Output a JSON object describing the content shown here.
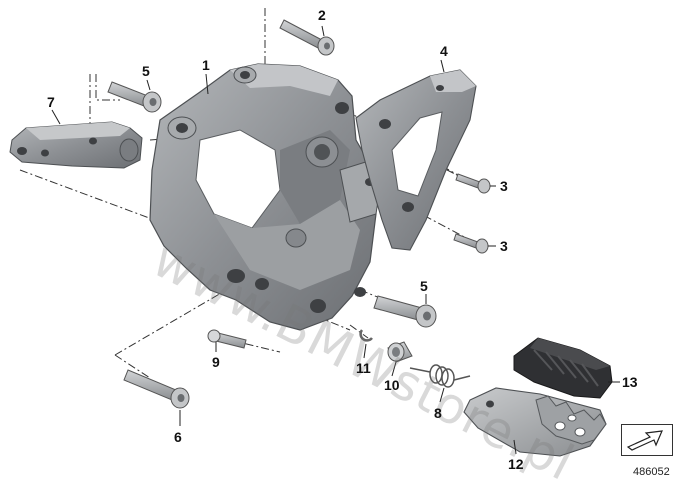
{
  "callouts": [
    {
      "id": "1",
      "text": "1"
    },
    {
      "id": "2",
      "text": "2"
    },
    {
      "id": "3a",
      "text": "3"
    },
    {
      "id": "3b",
      "text": "3"
    },
    {
      "id": "4",
      "text": "4"
    },
    {
      "id": "5a",
      "text": "5"
    },
    {
      "id": "5b",
      "text": "5"
    },
    {
      "id": "6",
      "text": "6"
    },
    {
      "id": "7",
      "text": "7"
    },
    {
      "id": "8",
      "text": "8"
    },
    {
      "id": "9",
      "text": "9"
    },
    {
      "id": "10",
      "text": "10"
    },
    {
      "id": "11",
      "text": "11"
    },
    {
      "id": "12",
      "text": "12"
    },
    {
      "id": "13",
      "text": "13"
    }
  ],
  "watermark": "www.BMWstore.pl",
  "drawing_number": "486052",
  "colors": {
    "part_fill": "#8f9295",
    "part_dark": "#5f6266",
    "part_light": "#b9bcbf",
    "rubber": "#2e2f31",
    "leader": "#222222"
  },
  "icons": {
    "orientation": "direction-arrow-icon"
  }
}
